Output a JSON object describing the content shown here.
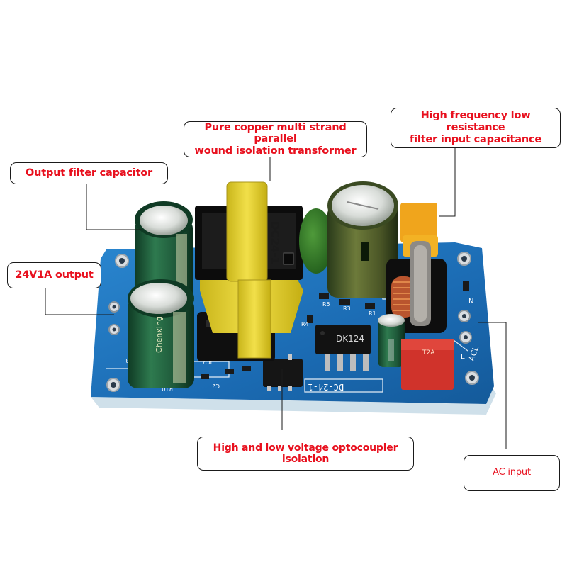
{
  "callouts": {
    "transformer": {
      "line1": "Pure copper multi strand parallel",
      "line2": "wound isolation transformer"
    },
    "high_frequency": {
      "line1": "High frequency low resistance",
      "line2": "filter input capacitance"
    },
    "output_filter": "Output filter capacitor",
    "output_rating": "24V1A output",
    "optocoupler": "High and low voltage optocoupler isolation",
    "ac_input": "AC input"
  },
  "board_markings": {
    "transformer_label": "DC24-1",
    "ic_line1": "DK124",
    "board_id": "DC-24-1",
    "terminal_n": "N",
    "terminal_l": "L",
    "acl_label": "ACL",
    "cap_brand": "Chenxing",
    "fuse_label": "T2A",
    "ref_r3": "R3",
    "ref_r5": "R5",
    "ref_r1": "R1",
    "ref_c2": "C2",
    "ref_r10": "R10",
    "ref_r8": "R8",
    "ref_ic2": "IC2",
    "ref_nr": "NR",
    "ref_r4": "R4"
  },
  "colors": {
    "callout_text": "#e8101e",
    "pcb": "#1c6fb8",
    "transformer_tape": "#e6d22a",
    "cap_body": "#1f5a3a"
  }
}
